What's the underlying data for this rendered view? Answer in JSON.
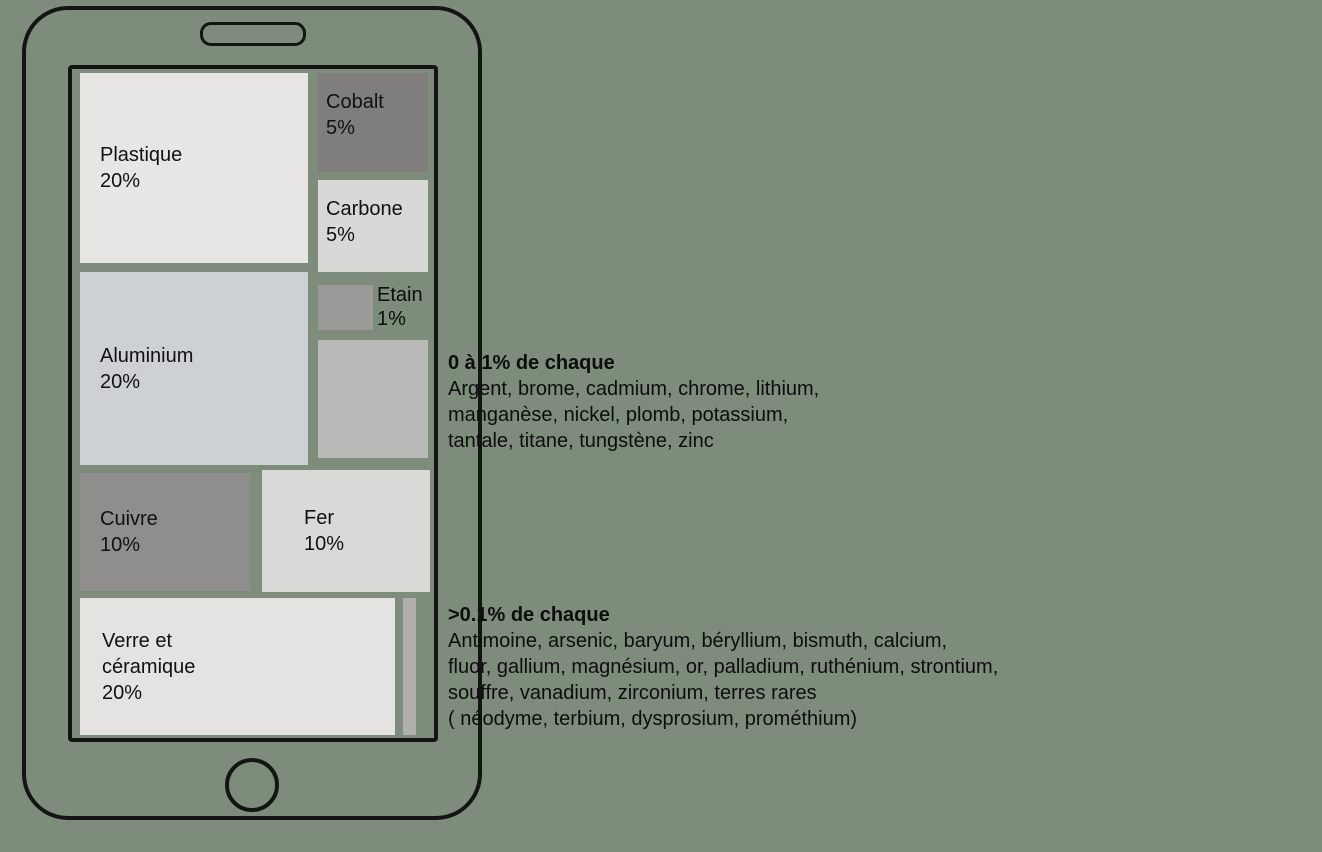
{
  "page": {
    "background_color": "#7d8c7b",
    "outline_color": "#141414"
  },
  "materials": {
    "plastique": {
      "label": "Plastique",
      "pct": "20%",
      "color": "#e7e6e4"
    },
    "cobalt": {
      "label": "Cobalt",
      "pct": "5%",
      "color": "#7f7e7c"
    },
    "carbone": {
      "label": "Carbone",
      "pct": "5%",
      "color": "#d8d8d6"
    },
    "etain": {
      "label": "Etain",
      "pct": "1%",
      "color": "#9b9a98"
    },
    "aluminium": {
      "label": "Aluminium",
      "pct": "20%",
      "color": "#cdd1d3"
    },
    "cuivre": {
      "label": "Cuivre",
      "pct": "10%",
      "color": "#8f8e8c"
    },
    "fer": {
      "label": "Fer",
      "pct": "10%",
      "color": "#d9d9d7"
    },
    "verre": {
      "label": "Verre et céramique",
      "pct": "20%",
      "color": "#e4e3e1"
    },
    "trace_group": {
      "color": "#b9b9b7"
    },
    "minor_group": {
      "color": "#b1afad"
    }
  },
  "annotations": {
    "trace": {
      "title": "0 à 1% de chaque",
      "lines": [
        "Argent, brome, cadmium, chrome, lithium,",
        "manganèse, nickel, plomb, potassium,",
        "tantale, titane, tungstène, zinc"
      ]
    },
    "minor": {
      "title": ">0.1% de chaque",
      "lines": [
        "Antimoine, arsenic, baryum, béryllium, bismuth, calcium,",
        "fluor, gallium, magnésium, or, palladium, ruthénium, strontium,",
        "souffre, vanadium, zirconium, terres rares",
        "( néodyme, terbium, dysprosium, prométhium)"
      ]
    }
  },
  "chart_data": {
    "type": "treemap",
    "items": [
      {
        "label": "Plastique",
        "value_pct": 20,
        "color": "#e7e6e4"
      },
      {
        "label": "Aluminium",
        "value_pct": 20,
        "color": "#cdd1d3"
      },
      {
        "label": "Verre et céramique",
        "value_pct": 20,
        "color": "#e4e3e1"
      },
      {
        "label": "Cuivre",
        "value_pct": 10,
        "color": "#8f8e8c"
      },
      {
        "label": "Fer",
        "value_pct": 10,
        "color": "#d9d9d7"
      },
      {
        "label": "Cobalt",
        "value_pct": 5,
        "color": "#7f7e7c"
      },
      {
        "label": "Carbone",
        "value_pct": 5,
        "color": "#d8d8d6"
      },
      {
        "label": "Etain",
        "value_pct": 1,
        "color": "#9b9a98"
      },
      {
        "label": "0 à 1% de chaque",
        "value_pct": null,
        "color": "#b9b9b7",
        "elements": [
          "Argent",
          "brome",
          "cadmium",
          "chrome",
          "lithium",
          "manganèse",
          "nickel",
          "plomb",
          "potassium",
          "tantale",
          "titane",
          "tungstène",
          "zinc"
        ]
      },
      {
        "label": ">0.1% de chaque",
        "value_pct": null,
        "color": "#b1afad",
        "elements": [
          "Antimoine",
          "arsenic",
          "baryum",
          "béryllium",
          "bismuth",
          "calcium",
          "fluor",
          "gallium",
          "magnésium",
          "or",
          "palladium",
          "ruthénium",
          "strontium",
          "souffre",
          "vanadium",
          "zirconium",
          "terres rares (néodyme, terbium, dysprosium, prométhium)"
        ]
      }
    ],
    "legend_position": "none",
    "grid": false
  }
}
